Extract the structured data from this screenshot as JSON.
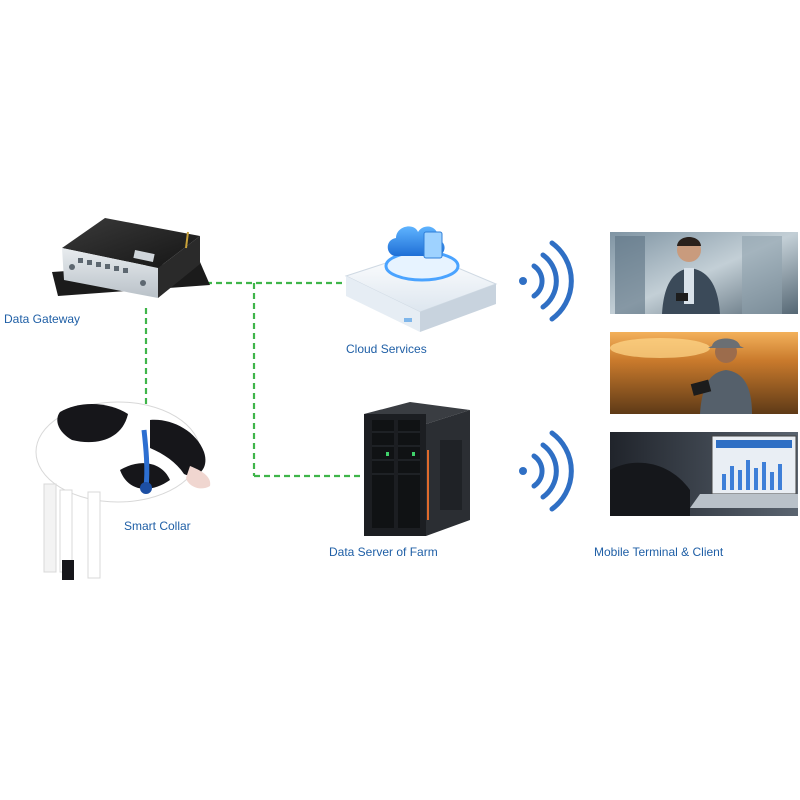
{
  "labels": {
    "gateway": "Data Gateway",
    "cloud": "Cloud Services",
    "collar": "Smart Collar",
    "server": "Data Server of Farm",
    "mobile": "Mobile Terminal & Client"
  },
  "colors": {
    "link": "#3fb54a",
    "label": "#1f5fa6",
    "wifi": "#2f6fc4"
  }
}
